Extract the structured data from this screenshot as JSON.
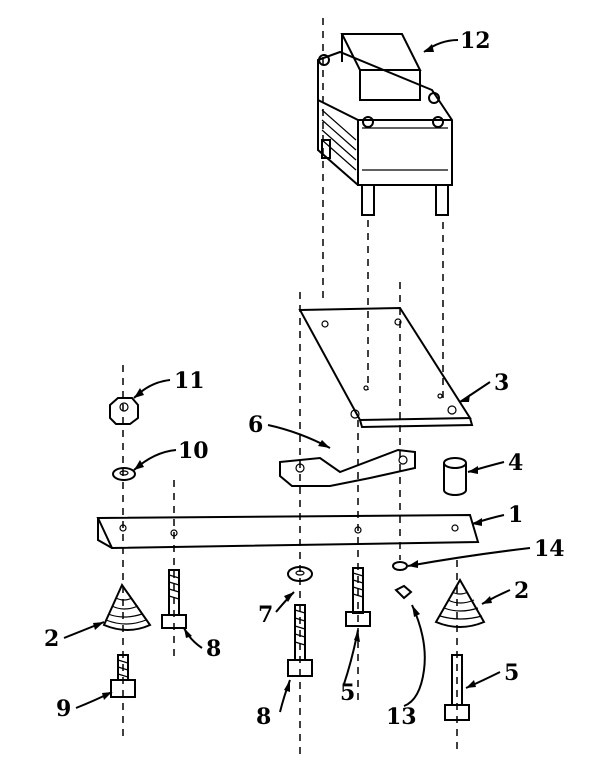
{
  "callouts": [
    {
      "id": "12",
      "text": "12"
    },
    {
      "id": "11",
      "text": "11"
    },
    {
      "id": "10",
      "text": "10"
    },
    {
      "id": "3",
      "text": "3"
    },
    {
      "id": "6",
      "text": "6"
    },
    {
      "id": "4",
      "text": "4"
    },
    {
      "id": "1",
      "text": "1"
    },
    {
      "id": "14",
      "text": "14"
    },
    {
      "id": "2a",
      "text": "2"
    },
    {
      "id": "2b",
      "text": "2"
    },
    {
      "id": "8a",
      "text": "8"
    },
    {
      "id": "7",
      "text": "7"
    },
    {
      "id": "5a",
      "text": "5"
    },
    {
      "id": "5b",
      "text": "5"
    },
    {
      "id": "9",
      "text": "9"
    },
    {
      "id": "8b",
      "text": "8"
    },
    {
      "id": "13",
      "text": "13"
    }
  ],
  "colors": {
    "ink": "#000000",
    "paper": "#ffffff"
  }
}
